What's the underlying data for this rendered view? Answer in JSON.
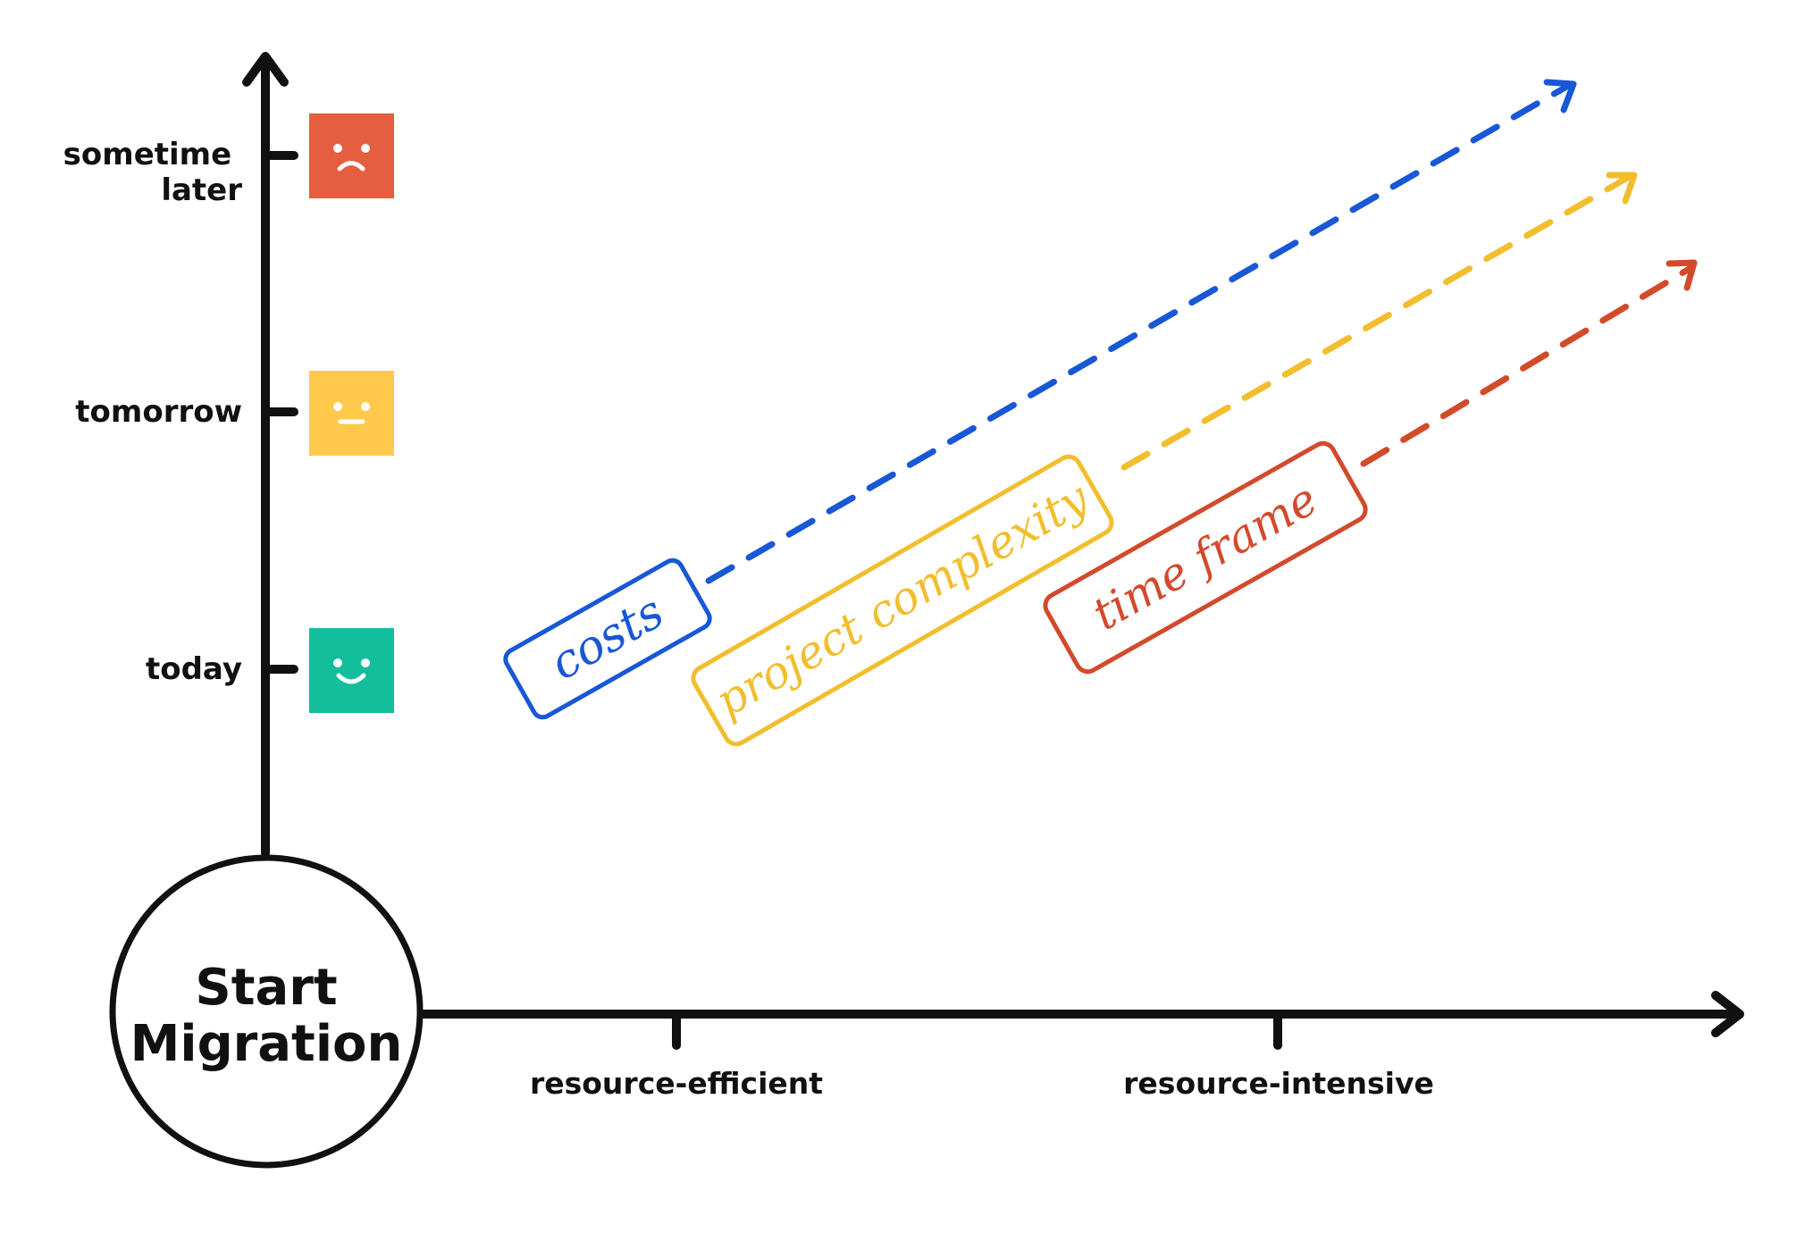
{
  "y_axis": {
    "levels": [
      {
        "label_lines": [
          "sometime",
          "later"
        ],
        "face": "sad",
        "color": "#E55E3F"
      },
      {
        "label_lines": [
          "tomorrow"
        ],
        "face": "neutral",
        "color": "#FFC94B"
      },
      {
        "label_lines": [
          "today"
        ],
        "face": "happy",
        "color": "#13BE9C"
      }
    ]
  },
  "x_axis": {
    "ticks": [
      "resource-efficient",
      "resource-intensive"
    ]
  },
  "origin": {
    "lines": [
      "Start",
      "Migration"
    ]
  },
  "factors": [
    {
      "label": "costs",
      "color": "#1857D6",
      "icon": "dashed-arrow"
    },
    {
      "label": "project complexity",
      "color": "#F2BE2E",
      "icon": "dashed-arrow"
    },
    {
      "label": "time frame",
      "color": "#D24A2C",
      "icon": "dashed-arrow"
    }
  ],
  "colors": {
    "axis": "#111111",
    "background": "#FFFFFF"
  }
}
